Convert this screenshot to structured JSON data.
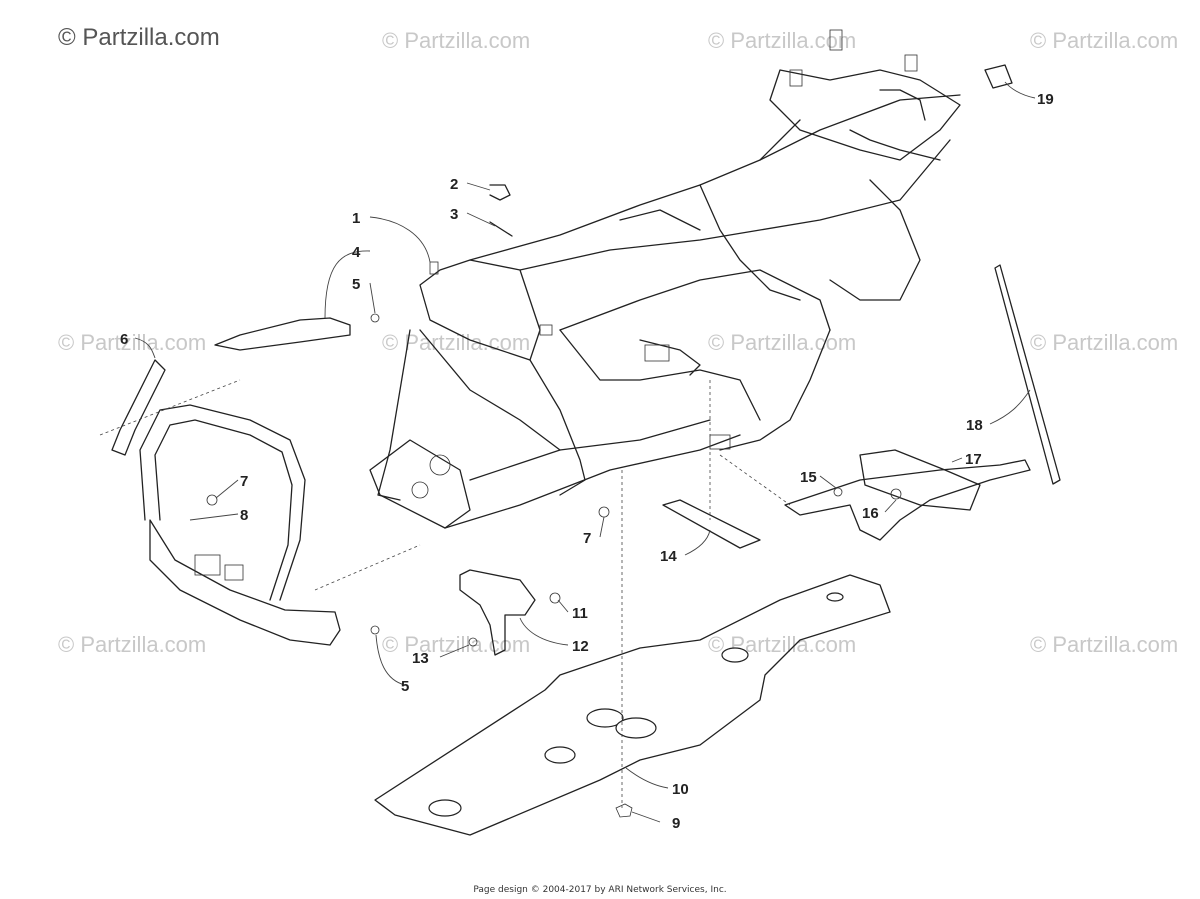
{
  "watermarks": {
    "main": "© Partzilla.com",
    "repeat": "© Partzilla.com"
  },
  "footer": "Page design © 2004-2017 by ARI Network Services, Inc.",
  "callouts": [
    {
      "id": "c1",
      "label": "1"
    },
    {
      "id": "c2",
      "label": "2"
    },
    {
      "id": "c3",
      "label": "3"
    },
    {
      "id": "c4",
      "label": "4"
    },
    {
      "id": "c5a",
      "label": "5"
    },
    {
      "id": "c5b",
      "label": "5"
    },
    {
      "id": "c6",
      "label": "6"
    },
    {
      "id": "c7a",
      "label": "7"
    },
    {
      "id": "c7b",
      "label": "7"
    },
    {
      "id": "c8",
      "label": "8"
    },
    {
      "id": "c9",
      "label": "9"
    },
    {
      "id": "c10",
      "label": "10"
    },
    {
      "id": "c11",
      "label": "11"
    },
    {
      "id": "c12",
      "label": "12"
    },
    {
      "id": "c13",
      "label": "13"
    },
    {
      "id": "c14",
      "label": "14"
    },
    {
      "id": "c15",
      "label": "15"
    },
    {
      "id": "c16",
      "label": "16"
    },
    {
      "id": "c17",
      "label": "17"
    },
    {
      "id": "c18",
      "label": "18"
    },
    {
      "id": "c19",
      "label": "19"
    }
  ]
}
